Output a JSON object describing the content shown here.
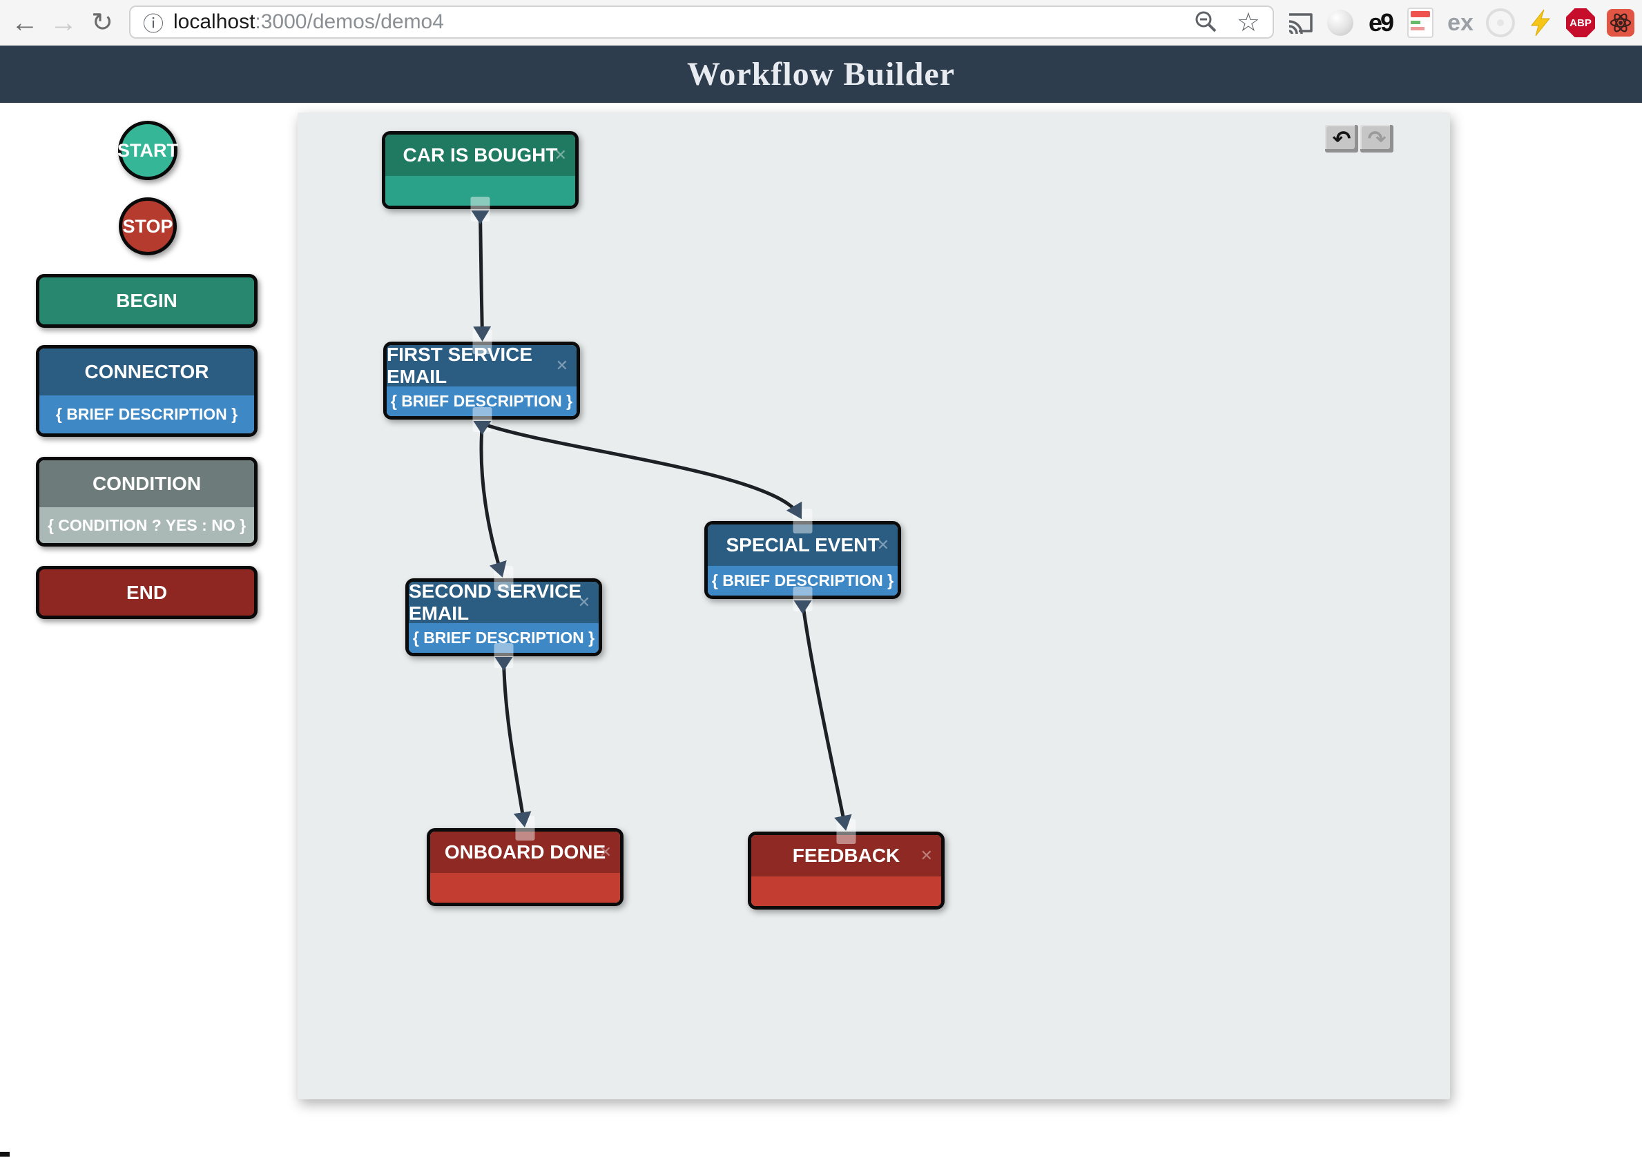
{
  "browser": {
    "toolbar": {
      "back_icon": "←",
      "forward_icon": "→",
      "reload_icon": "↻"
    },
    "url_bar": {
      "info_icon": "ⓘ",
      "host": "localhost",
      "path": ":3000/demos/demo4",
      "bookmark_icon": "☆"
    },
    "extensions": {
      "e9_glyph": "e9",
      "ex_glyph": "ex",
      "abp_label": "ABP"
    }
  },
  "app_header": {
    "title": "Workflow Builder"
  },
  "sidebar": {
    "items": [
      {
        "label": "START",
        "shape": "circle",
        "color": "#35b797"
      },
      {
        "label": "STOP",
        "shape": "circle",
        "color": "#b43b2e"
      },
      {
        "label": "BEGIN",
        "shape": "rect",
        "color": "#27886f"
      },
      {
        "label": "CONNECTOR",
        "description": "{ BRIEF DESCRIPTION }",
        "header_color": "#2b5d83",
        "body_color": "#3e88c5"
      },
      {
        "label": "CONDITION",
        "description": "{ CONDITION ? YES : NO }",
        "header_color": "#6d7b7b",
        "body_color": "#aab9b5"
      },
      {
        "label": "END",
        "shape": "rect",
        "color": "#8e2722"
      }
    ]
  },
  "canvas": {
    "toolbar": {
      "undo_icon": "↶",
      "redo_icon": "↷"
    },
    "close_icon": "✕",
    "nodes": [
      {
        "title": "CAR IS BOUGHT",
        "description": "",
        "type": "begin"
      },
      {
        "title": "FIRST SERVICE EMAIL",
        "description": "{ BRIEF DESCRIPTION }",
        "type": "connector"
      },
      {
        "title": "SPECIAL EVENT",
        "description": "{ BRIEF DESCRIPTION }",
        "type": "connector"
      },
      {
        "title": "SECOND SERVICE EMAIL",
        "description": "{ BRIEF DESCRIPTION }",
        "type": "connector"
      },
      {
        "title": "ONBOARD DONE",
        "description": "",
        "type": "end"
      },
      {
        "title": "FEEDBACK",
        "description": "",
        "type": "end"
      }
    ],
    "edges": [
      {
        "from": "CAR IS BOUGHT",
        "to": "FIRST SERVICE EMAIL"
      },
      {
        "from": "FIRST SERVICE EMAIL",
        "to": "SECOND SERVICE EMAIL"
      },
      {
        "from": "FIRST SERVICE EMAIL",
        "to": "SPECIAL EVENT"
      },
      {
        "from": "SECOND SERVICE EMAIL",
        "to": "ONBOARD DONE"
      },
      {
        "from": "SPECIAL EVENT",
        "to": "FEEDBACK"
      }
    ]
  },
  "colors": {
    "app_header_bg": "#2e3d4e",
    "canvas_bg": "#e9edee",
    "begin_header": "#1f7a61",
    "begin_body": "#2aa189",
    "connector_header": "#2b5d83",
    "connector_body": "#3e88c5",
    "condition_header": "#6d7b7b",
    "condition_body": "#aab9b5",
    "end_header": "#8e2a23",
    "end_body": "#c33e31",
    "edge_line": "#1d2126",
    "arrowhead": "#3c5168"
  }
}
